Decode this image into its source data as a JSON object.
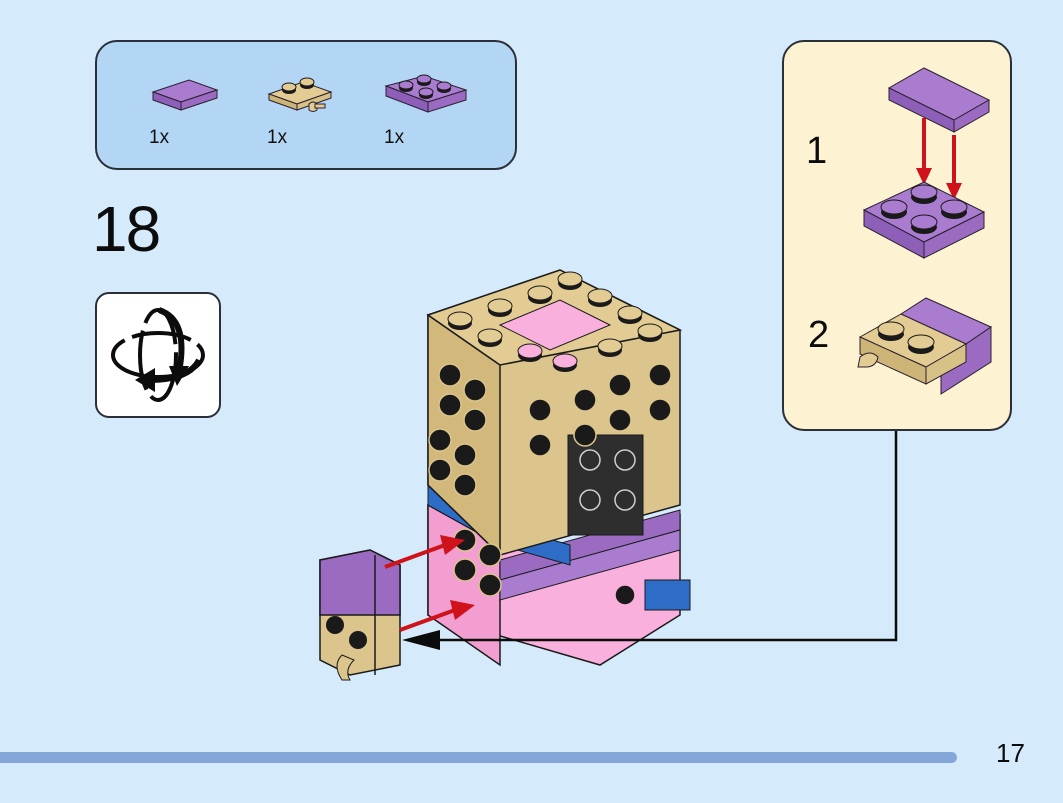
{
  "page": {
    "step_number": "18",
    "page_number": "17",
    "progress_fraction": 0.9
  },
  "parts_list": {
    "items": [
      {
        "name": "purple 1x2 tile",
        "qty": "1x",
        "color": "#9b6bc2"
      },
      {
        "name": "tan 1x2 plate with clip",
        "qty": "1x",
        "color": "#dcc58c"
      },
      {
        "name": "purple 2x2 plate",
        "qty": "1x",
        "color": "#9b6bc2"
      }
    ]
  },
  "rotate_icon": {
    "label": "rotate-model-icon"
  },
  "sub_assembly": {
    "steps": [
      {
        "number": "1"
      },
      {
        "number": "2"
      }
    ]
  },
  "colors": {
    "background": "#d5ebfb",
    "parts_box": "#b3d6f4",
    "sub_box": "#fdf3d3",
    "purple": "#9b6bc2",
    "tan": "#dcc58c",
    "pink": "#f9b0dc",
    "blue": "#2d6dc7",
    "arrow_red": "#d0121b",
    "progress": "#84a6d8"
  }
}
